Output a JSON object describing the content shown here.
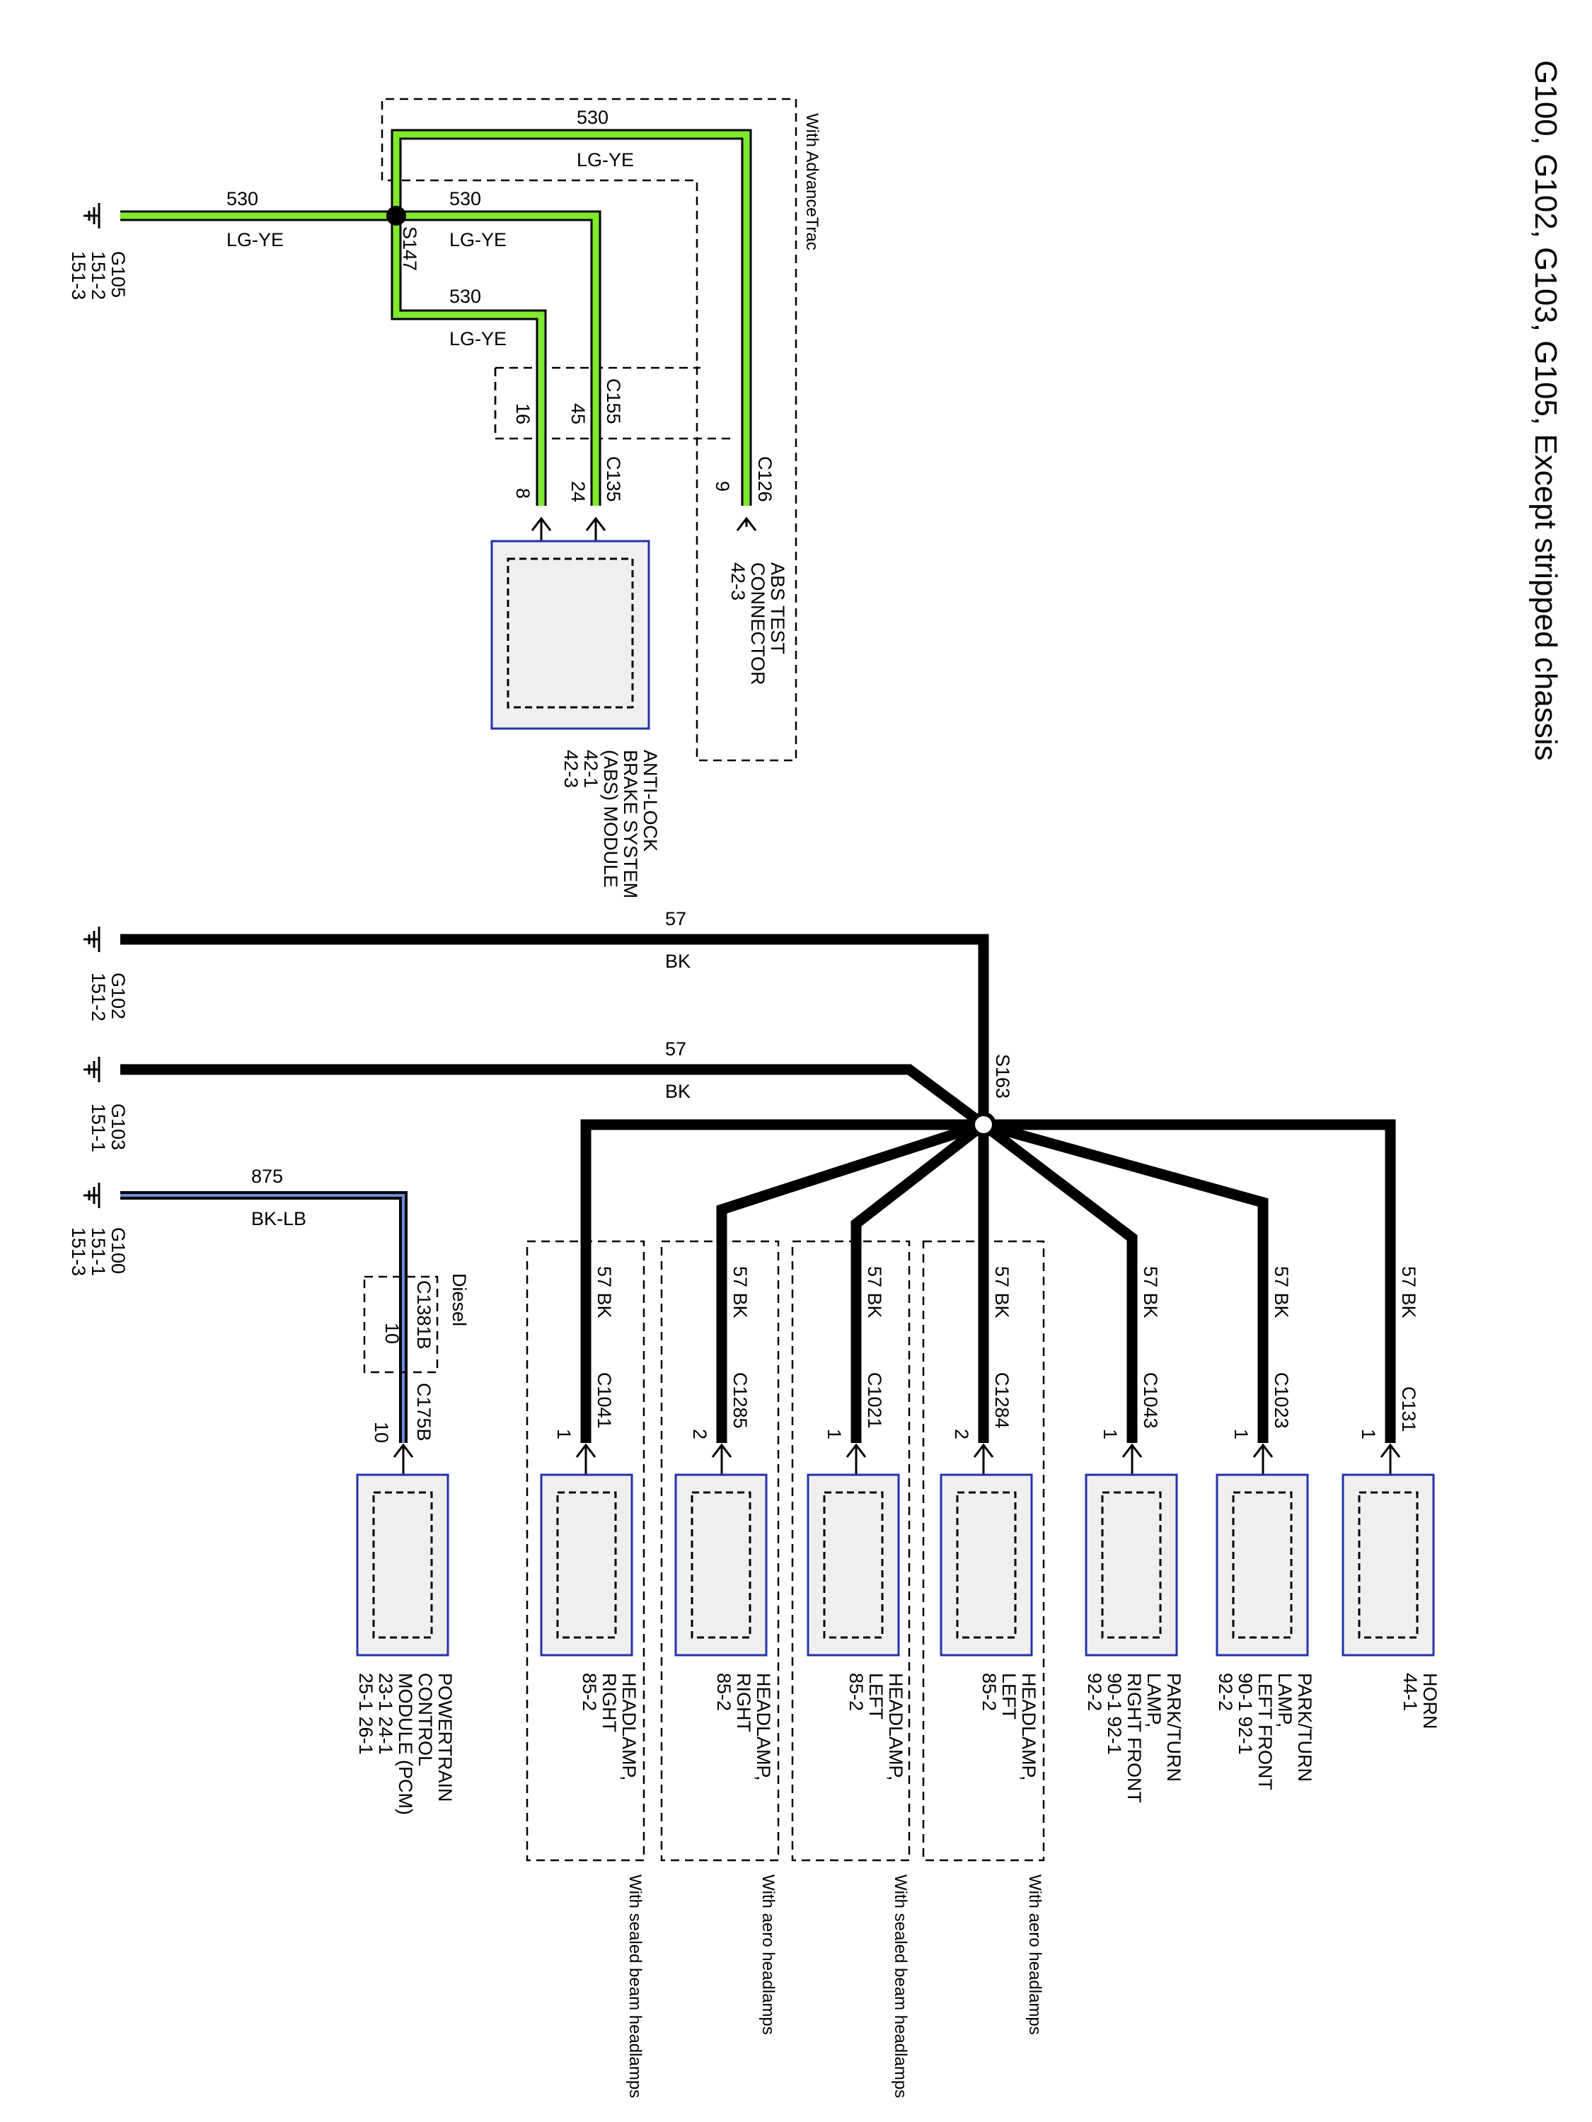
{
  "title": "G100, G102, G103, G105, Except stripped chassis",
  "labels": {
    "with_advancetrac": "With AdvanceTrac",
    "diesel": "Diesel",
    "sealed_beam": "With sealed beam headlamps",
    "aero": "With aero headlamps"
  },
  "grounds": [
    {
      "id": "G105",
      "refs": [
        "151-2",
        "151-3"
      ]
    },
    {
      "id": "G102",
      "refs": [
        "151-2"
      ]
    },
    {
      "id": "G103",
      "refs": [
        "151-1"
      ]
    },
    {
      "id": "G100",
      "refs": [
        "151-1",
        "151-3"
      ]
    }
  ],
  "splices": [
    "S147",
    "S163"
  ],
  "wires": {
    "circuit_530": "530",
    "color_530": "LG-YE",
    "circuit_57": "57",
    "color_57": "BK",
    "circuit_875": "875",
    "color_875": "BK-LB",
    "branch_57_bk": "57  BK"
  },
  "connectors": {
    "c155": "C155",
    "c135": "C135",
    "c126": "C126",
    "c1381b": "C1381B",
    "c175b": "C175B",
    "c1041": "C1041",
    "c1285": "C1285",
    "c1021": "C1021",
    "c1284": "C1284",
    "c1043": "C1043",
    "c1023": "C1023",
    "c131": "C131"
  },
  "pins": {
    "c155_a": "16",
    "c155_b": "45",
    "c135_a": "8",
    "c135_b": "24",
    "c126": "9",
    "c1381b": "10",
    "c175b": "10",
    "c1041": "1",
    "c1285": "2",
    "c1021": "1",
    "c1284": "2",
    "c1043": "1",
    "c1023": "1",
    "c131": "1"
  },
  "components": {
    "abs_test": [
      "ABS TEST",
      "CONNECTOR",
      "42-3"
    ],
    "abs_module": [
      "ANTI-LOCK",
      "BRAKE SYSTEM",
      "(ABS) MODULE",
      "42-1",
      "42-3"
    ],
    "pcm": [
      "POWERTRAIN",
      "CONTROL",
      "MODULE (PCM)",
      "23-1      24-1",
      "25-1      26-1"
    ],
    "headlamp_right_sealed": [
      "HEADLAMP,",
      "RIGHT",
      "85-2"
    ],
    "headlamp_right_aero": [
      "HEADLAMP,",
      "RIGHT",
      "85-2"
    ],
    "headlamp_left_sealed": [
      "HEADLAMP,",
      "LEFT",
      "85-2"
    ],
    "headlamp_left_aero": [
      "HEADLAMP,",
      "LEFT",
      "85-2"
    ],
    "park_turn_right": [
      "PARK/TURN",
      "LAMP,",
      "RIGHT FRONT",
      "90-1      92-1",
      "92-2"
    ],
    "park_turn_left": [
      "PARK/TURN",
      "LAMP,",
      "LEFT FRONT",
      "90-1      92-1",
      "92-2"
    ],
    "horn": [
      "HORN",
      "44-1"
    ]
  },
  "colors": {
    "wire_lg_ye": "#7fe92e",
    "wire_bk": "#000000",
    "wire_lb": "#6b8fd6",
    "component_border": "#2233aa",
    "component_fill": "#efefef"
  }
}
